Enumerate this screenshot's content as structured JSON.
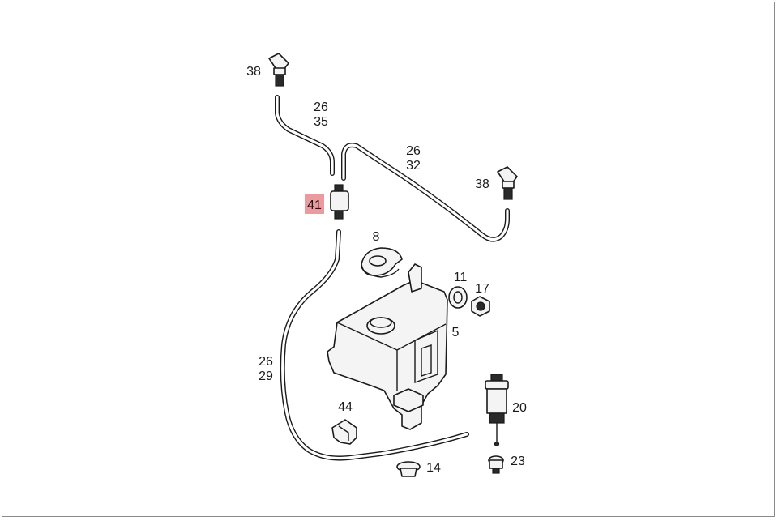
{
  "diagram": {
    "highlight_color": "#e8888f",
    "parts": [
      {
        "id": "nozzle-left",
        "numbers": [
          "38"
        ]
      },
      {
        "id": "hose-upper-left",
        "numbers": [
          "26",
          "35"
        ]
      },
      {
        "id": "hose-upper-right",
        "numbers": [
          "26",
          "32"
        ]
      },
      {
        "id": "nozzle-right",
        "numbers": [
          "38"
        ]
      },
      {
        "id": "check-valve",
        "numbers": [
          "41"
        ],
        "highlighted": true
      },
      {
        "id": "seal-plate",
        "numbers": [
          "8"
        ]
      },
      {
        "id": "grommet",
        "numbers": [
          "11"
        ]
      },
      {
        "id": "nut",
        "numbers": [
          "17"
        ]
      },
      {
        "id": "reservoir",
        "numbers": [
          "5"
        ]
      },
      {
        "id": "hose-main",
        "numbers": [
          "26",
          "29"
        ]
      },
      {
        "id": "clip",
        "numbers": [
          "44"
        ]
      },
      {
        "id": "pump",
        "numbers": [
          "20"
        ]
      },
      {
        "id": "plug",
        "numbers": [
          "14"
        ]
      },
      {
        "id": "level-sensor-cap",
        "numbers": [
          "23"
        ]
      }
    ]
  }
}
